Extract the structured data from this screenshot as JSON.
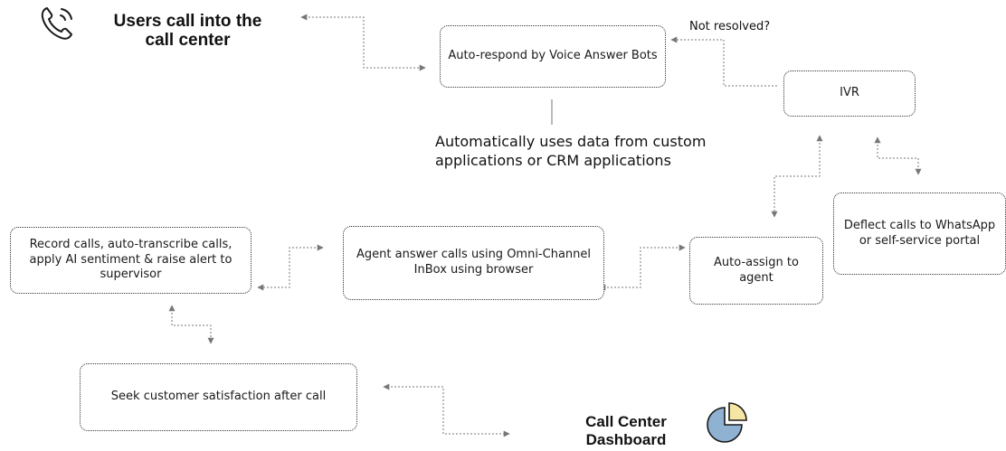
{
  "header": {
    "title": "Users call into the call center"
  },
  "nodes": {
    "voice_bots": "Auto-respond  by Voice Answer  Bots",
    "ivr": "IVR",
    "deflect": "Deflect  calls to WhatsApp  or self-service  portal",
    "auto_assign": "Auto-assign  to agent",
    "agent_inbox": "Agent answer  calls  using  Omni-Channel  InBox using browser",
    "record_calls": "Record calls, auto-transcribe calls,  apply AI sentiment  & raise alert to supervisor",
    "satisfaction": "Seek customer  satisfaction  after call"
  },
  "labels": {
    "not_resolved": "Not resolved?",
    "crm_note": "Automatically uses data from custom applications or CRM applications"
  },
  "dashboard": {
    "label": "Call Center Dashboard"
  },
  "icons": {
    "phone": "phone-icon",
    "pie": "pie-chart-icon"
  },
  "colors": {
    "pie_main": "#8fb2d2",
    "pie_slice": "#f6e6a4",
    "outline": "#1a1a1a"
  }
}
